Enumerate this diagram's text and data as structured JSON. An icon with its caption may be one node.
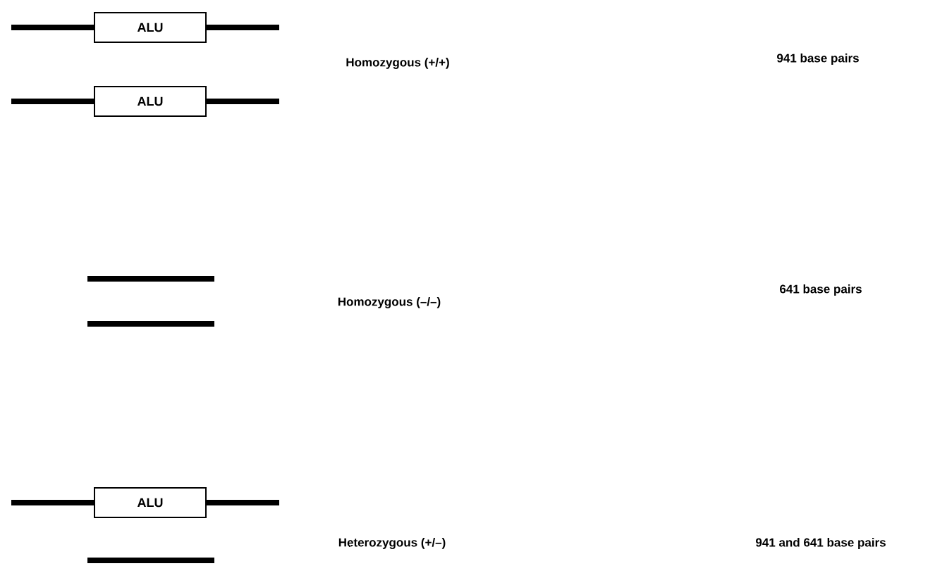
{
  "diagram": {
    "nodes": [
      {
        "text": [
          "ALU"
        ]
      },
      {
        "text": [
          "ALU"
        ]
      },
      {
        "text": [
          "ALU"
        ]
      }
    ],
    "labels": [
      "Homozygous (+/+)",
      "941 base pairs",
      "Homozygous (–/–)",
      "641 base pairs",
      "Heterozygous (+/–)",
      "941 and 641 base pairs"
    ]
  }
}
